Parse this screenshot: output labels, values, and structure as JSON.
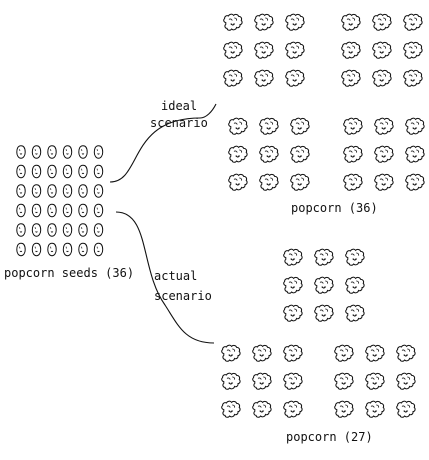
{
  "seeds": {
    "label": "popcorn seeds (36)",
    "rows": 6,
    "cols": 6
  },
  "ideal": {
    "label_line1": "ideal",
    "label_line2": "scenario",
    "result_label": "popcorn (36)",
    "groups": [
      {
        "rows": 3,
        "cols": 3
      },
      {
        "rows": 3,
        "cols": 3
      },
      {
        "rows": 3,
        "cols": 3
      },
      {
        "rows": 3,
        "cols": 3
      }
    ]
  },
  "actual": {
    "label_line1": "actual",
    "label_line2": "scenario",
    "result_label": "popcorn (27)",
    "groups": [
      {
        "rows": 3,
        "cols": 3
      },
      {
        "rows": 3,
        "cols": 3
      },
      {
        "rows": 3,
        "cols": 3
      }
    ]
  },
  "colors": {
    "ink": "#111111",
    "background": "#ffffff"
  }
}
